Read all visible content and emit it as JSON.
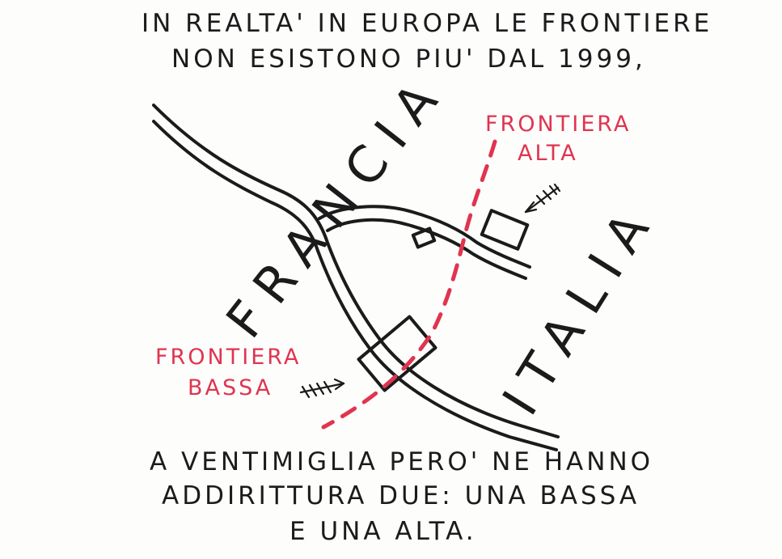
{
  "caption_top": {
    "line1": "IN REALTA' IN EUROPA LE FRONTIERE",
    "line2": "NON ESISTONO PIU' DAL 1999,"
  },
  "labels": {
    "frontiera_alta_1": "FRONTIERA",
    "frontiera_alta_2": "ALTA",
    "frontiera_bassa_1": "FRONTIERA",
    "frontiera_bassa_2": "BASSA",
    "francia": "FRANCIA",
    "italia": "ITALIA"
  },
  "caption_bottom": {
    "line1": "A VENTIMIGLIA PERO' NE HANNO",
    "line2": "ADDIRITTURA DUE: UNA BASSA",
    "line3": "E UNA ALTA."
  },
  "colors": {
    "ink": "#1b1b1b",
    "border_red": "#e0344f",
    "paper": "#fdfdfc"
  }
}
